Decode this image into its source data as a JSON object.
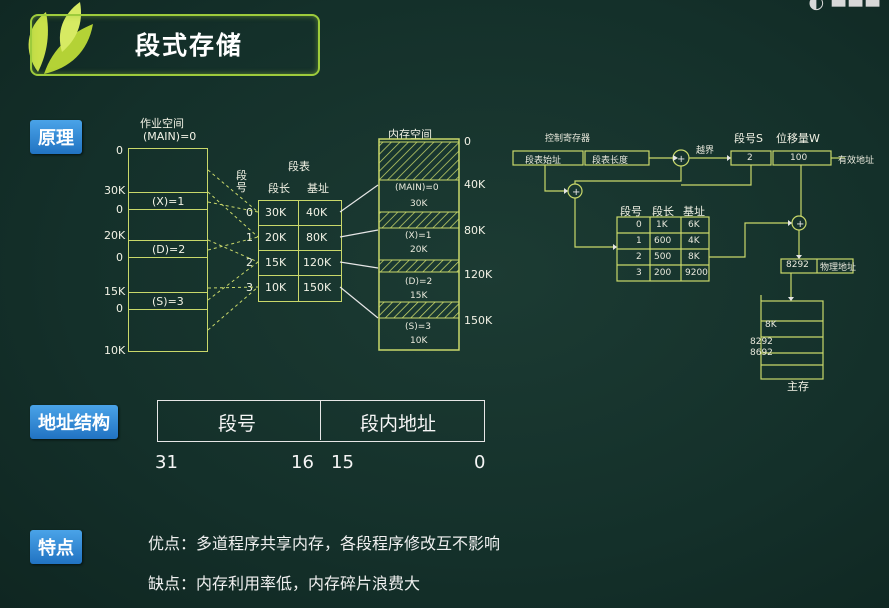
{
  "title": "段式存储",
  "tags": {
    "principle": "原理",
    "address": "地址结构",
    "features": "特点"
  },
  "left_diagram": {
    "work_space_title_1": "作业空间",
    "work_space_title_2": "(MAIN)=0",
    "ticks": [
      "0",
      "30K",
      "0",
      "20K",
      "0",
      "15K",
      "0",
      "10K"
    ],
    "segments": [
      "(X)=1",
      "(D)=2",
      "(S)=3"
    ],
    "segment_table_title": "段表",
    "col_no": "段号",
    "col_len": "段长",
    "col_base": "基址",
    "rows": [
      {
        "no": "0",
        "len": "30K",
        "base": "40K"
      },
      {
        "no": "1",
        "len": "20K",
        "base": "80K"
      },
      {
        "no": "2",
        "len": "15K",
        "base": "120K"
      },
      {
        "no": "3",
        "len": "10K",
        "base": "150K"
      }
    ],
    "memory_title": "内存空间",
    "mem_labels": [
      "(MAIN)=0",
      "30K",
      "(X)=1",
      "20K",
      "(D)=2",
      "15K",
      "(S)=3",
      "10K"
    ],
    "mem_ticks": [
      "0",
      "40K",
      "80K",
      "120K",
      "150K"
    ]
  },
  "right_diagram": {
    "ctrl_reg": "控制寄存器",
    "table_addr": "段表始址",
    "table_len": "段表长度",
    "overflow": "越界",
    "seg_no": "段号S",
    "offset": "位移量W",
    "seg_val": "2",
    "offset_val": "100",
    "valid_addr": "有效地址",
    "col_no": "段号",
    "col_len": "段长",
    "col_base": "基址",
    "rows": [
      {
        "no": "0",
        "len": "1K",
        "base": "6K"
      },
      {
        "no": "1",
        "len": "600",
        "base": "4K"
      },
      {
        "no": "2",
        "len": "500",
        "base": "8K"
      },
      {
        "no": "3",
        "len": "200",
        "base": "9200"
      }
    ],
    "phys_val": "8292",
    "phys_label": "物理地址",
    "mem_8k": "8K",
    "mem_a": "8292",
    "mem_b": "8692",
    "main_mem": "主存"
  },
  "address": {
    "seg": "段号",
    "offset": "段内地址",
    "bit31": "31",
    "bit16": "16",
    "bit15": "15",
    "bit0": "0"
  },
  "features": {
    "pro": "优点：多道程序共享内存，各段程序修改互不影响",
    "con": "缺点：内存利用率低，内存碎片浪费大"
  }
}
